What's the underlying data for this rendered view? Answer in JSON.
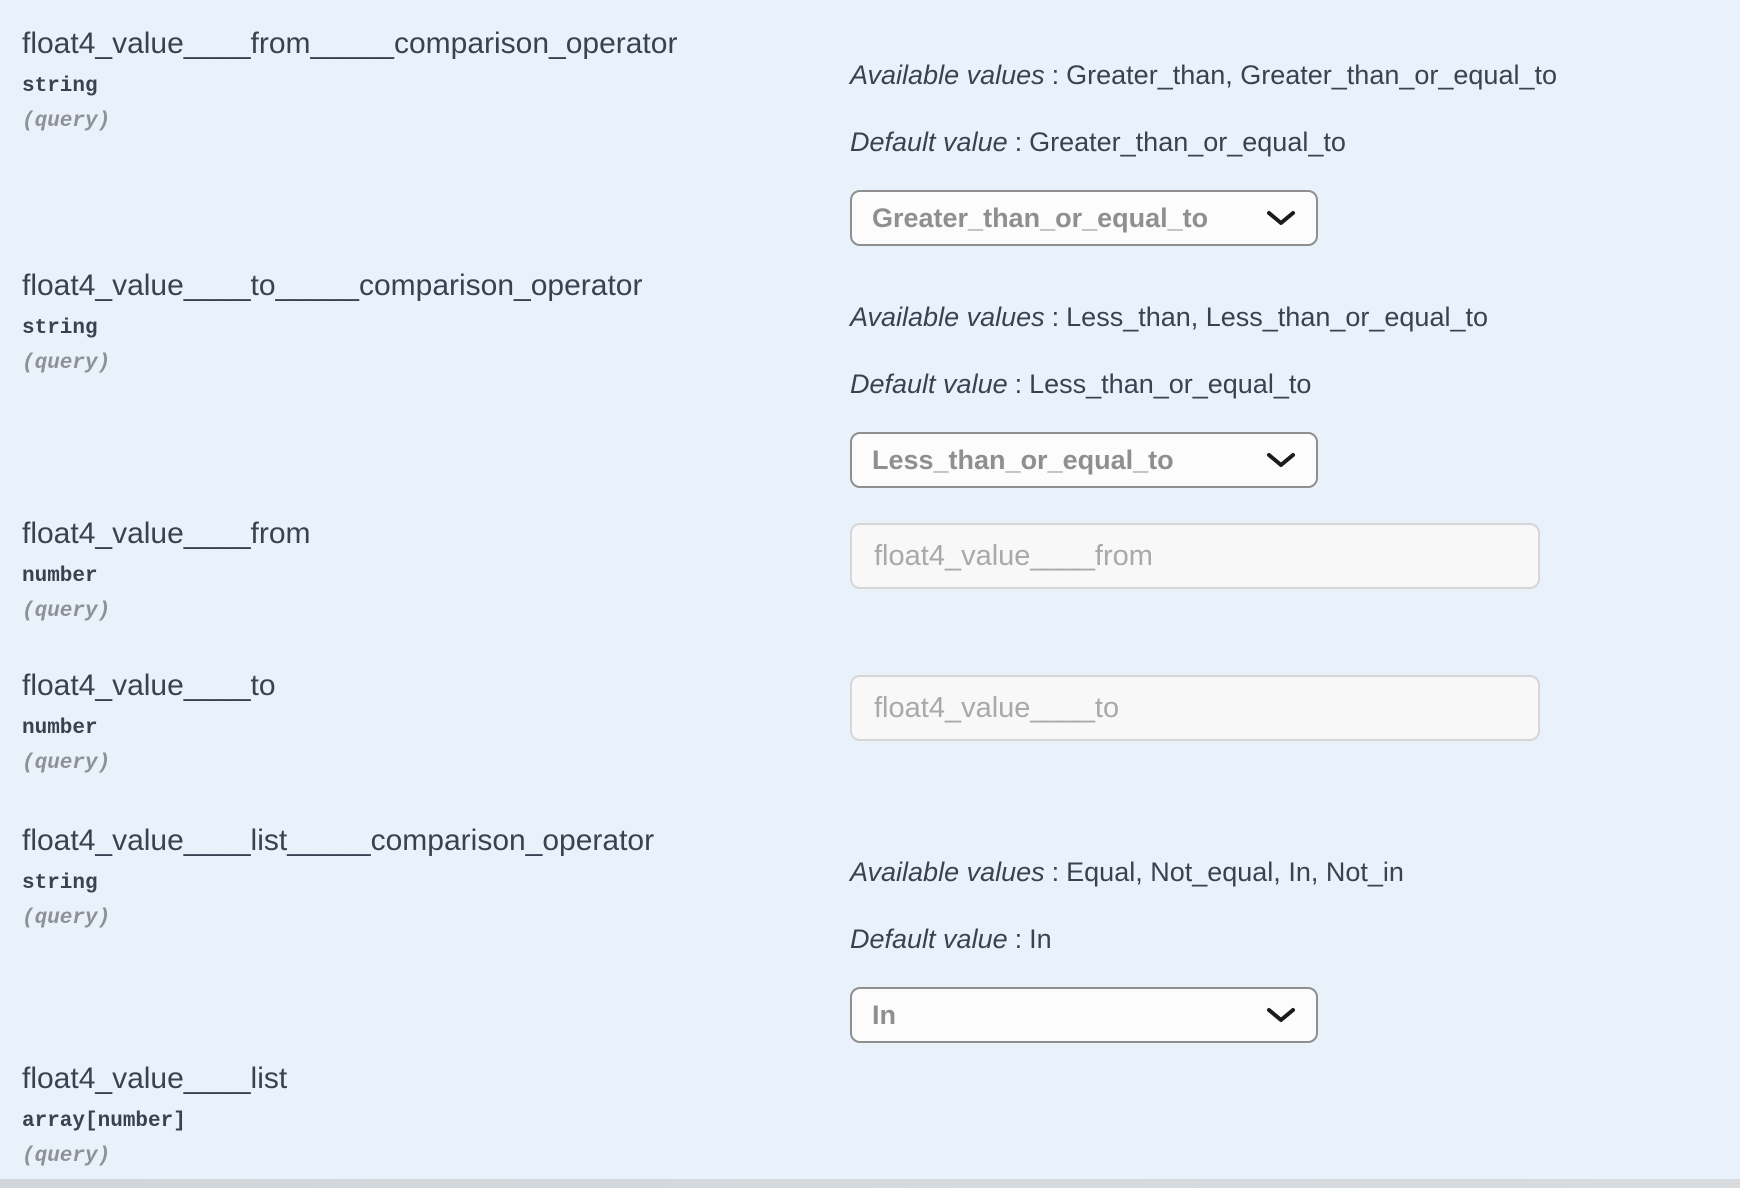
{
  "ui": {
    "available_label": "Available values",
    "default_label": "Default value",
    "colon": ":"
  },
  "colors": {
    "background": "#e9f2fb",
    "text": "#3b4151",
    "muted_mono": "#8e9296",
    "select_text": "#8f8f8f",
    "select_border": "#8f8f8f",
    "input_border": "#d6d6d6",
    "placeholder": "#a9a9a9"
  },
  "params": [
    {
      "name": "float4_value____from_____comparison_operator",
      "type": "string",
      "location": "(query)",
      "available_values": "Greater_than, Greater_than_or_equal_to",
      "default_value": "Greater_than_or_equal_to",
      "control": {
        "kind": "select",
        "selected": "Greater_than_or_equal_to"
      }
    },
    {
      "name": "float4_value____to_____comparison_operator",
      "type": "string",
      "location": "(query)",
      "available_values": "Less_than, Less_than_or_equal_to",
      "default_value": "Less_than_or_equal_to",
      "control": {
        "kind": "select",
        "selected": "Less_than_or_equal_to"
      }
    },
    {
      "name": "float4_value____from",
      "type": "number",
      "location": "(query)",
      "control": {
        "kind": "input",
        "placeholder": "float4_value____from"
      }
    },
    {
      "name": "float4_value____to",
      "type": "number",
      "location": "(query)",
      "control": {
        "kind": "input",
        "placeholder": "float4_value____to"
      }
    },
    {
      "name": "float4_value____list_____comparison_operator",
      "type": "string",
      "location": "(query)",
      "available_values": "Equal, Not_equal, In, Not_in",
      "default_value": "In",
      "control": {
        "kind": "select",
        "selected": "In"
      }
    },
    {
      "name": "float4_value____list",
      "type": "array[number]",
      "location": "(query)"
    }
  ]
}
